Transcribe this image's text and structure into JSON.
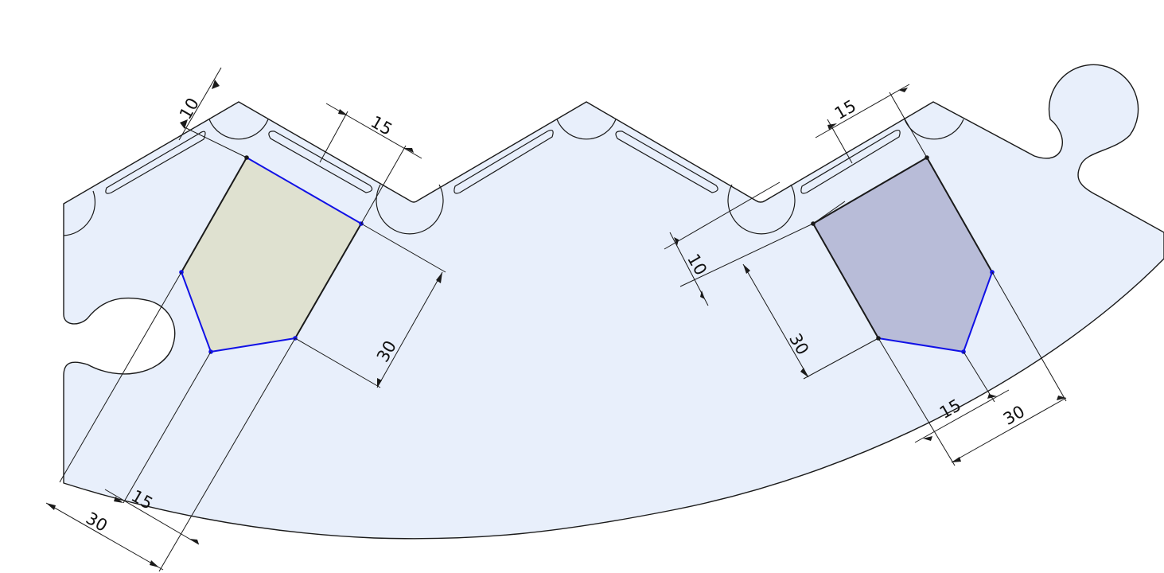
{
  "drawing": {
    "colors": {
      "part_fill": "#e8effb",
      "outline": "#1a1a1a",
      "left_pocket_fill": "#dfe1d0",
      "right_pocket_fill": "#b8bcd8",
      "sketch_blue": "#1111e6",
      "dimension_line": "#1a1a1a"
    },
    "left_sketch": {
      "dimensions": {
        "top_offset": "10",
        "top_width": "15",
        "right_height": "30",
        "bottom_point_width": "15",
        "bottom_overall_width": "30"
      }
    },
    "right_sketch": {
      "dimensions": {
        "top_width": "15",
        "left_offset": "10",
        "left_height": "30",
        "bottom_point_width": "15",
        "bottom_overall_width": "30"
      }
    }
  }
}
